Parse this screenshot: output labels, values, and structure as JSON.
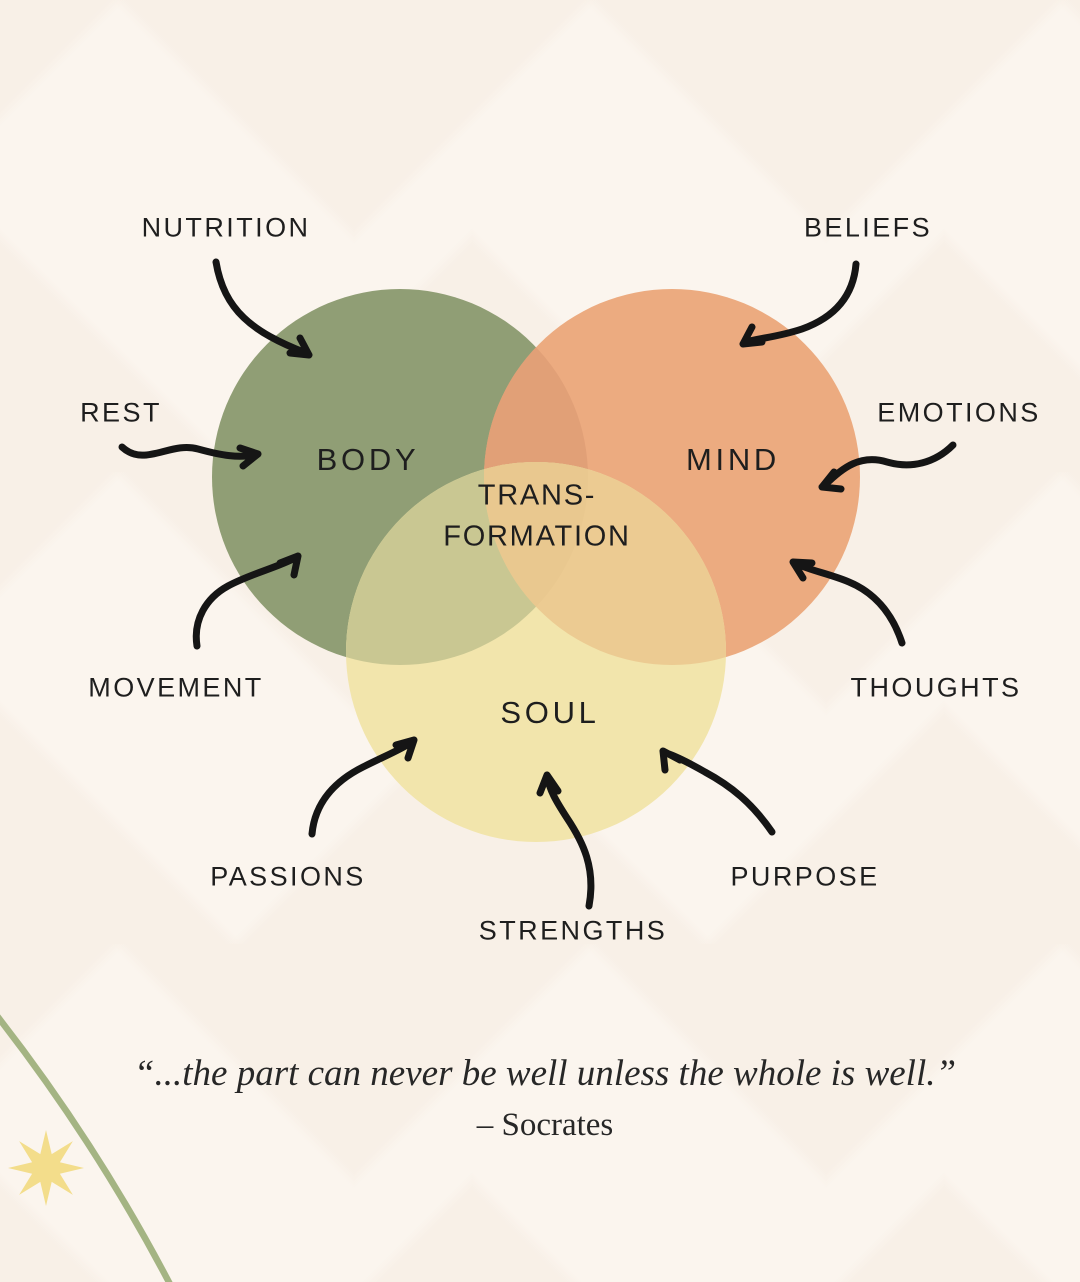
{
  "diagram": {
    "circles": [
      {
        "label": "BODY",
        "color": "#909E75"
      },
      {
        "label": "MIND",
        "color": "#ECAB80"
      },
      {
        "label": "SOUL",
        "color": "#F2E5AC"
      }
    ],
    "center": {
      "line1": "TRANS-",
      "line2": "FORMATION"
    },
    "factors": [
      {
        "label": "NUTRITION",
        "points_to": "BODY"
      },
      {
        "label": "REST",
        "points_to": "BODY"
      },
      {
        "label": "MOVEMENT",
        "points_to": "BODY"
      },
      {
        "label": "BELIEFS",
        "points_to": "MIND"
      },
      {
        "label": "EMOTIONS",
        "points_to": "MIND"
      },
      {
        "label": "THOUGHTS",
        "points_to": "MIND"
      },
      {
        "label": "PASSIONS",
        "points_to": "SOUL"
      },
      {
        "label": "STRENGTHS",
        "points_to": "SOUL"
      },
      {
        "label": "PURPOSE",
        "points_to": "SOUL"
      }
    ]
  },
  "quote": {
    "text": "“...the part can never be well unless the whole is well.”",
    "attribution": "– Socrates"
  },
  "colors": {
    "background": "#FBF5EE",
    "background_stripe": "#F8F0E7",
    "text": "#1E1E1E",
    "arrow": "#151515",
    "body_circle": "#909E75",
    "mind_circle": "#ECAB80",
    "soul_circle": "#F2E5AC",
    "body_mind_overlap": "#E1A077",
    "body_soul_overlap": "#C9C792",
    "mind_soul_overlap": "#ECCB92",
    "triple_overlap": "#E9C88F",
    "quote_text": "#272727",
    "accent_line": "#A4B483",
    "star": "#F3DD8B"
  }
}
